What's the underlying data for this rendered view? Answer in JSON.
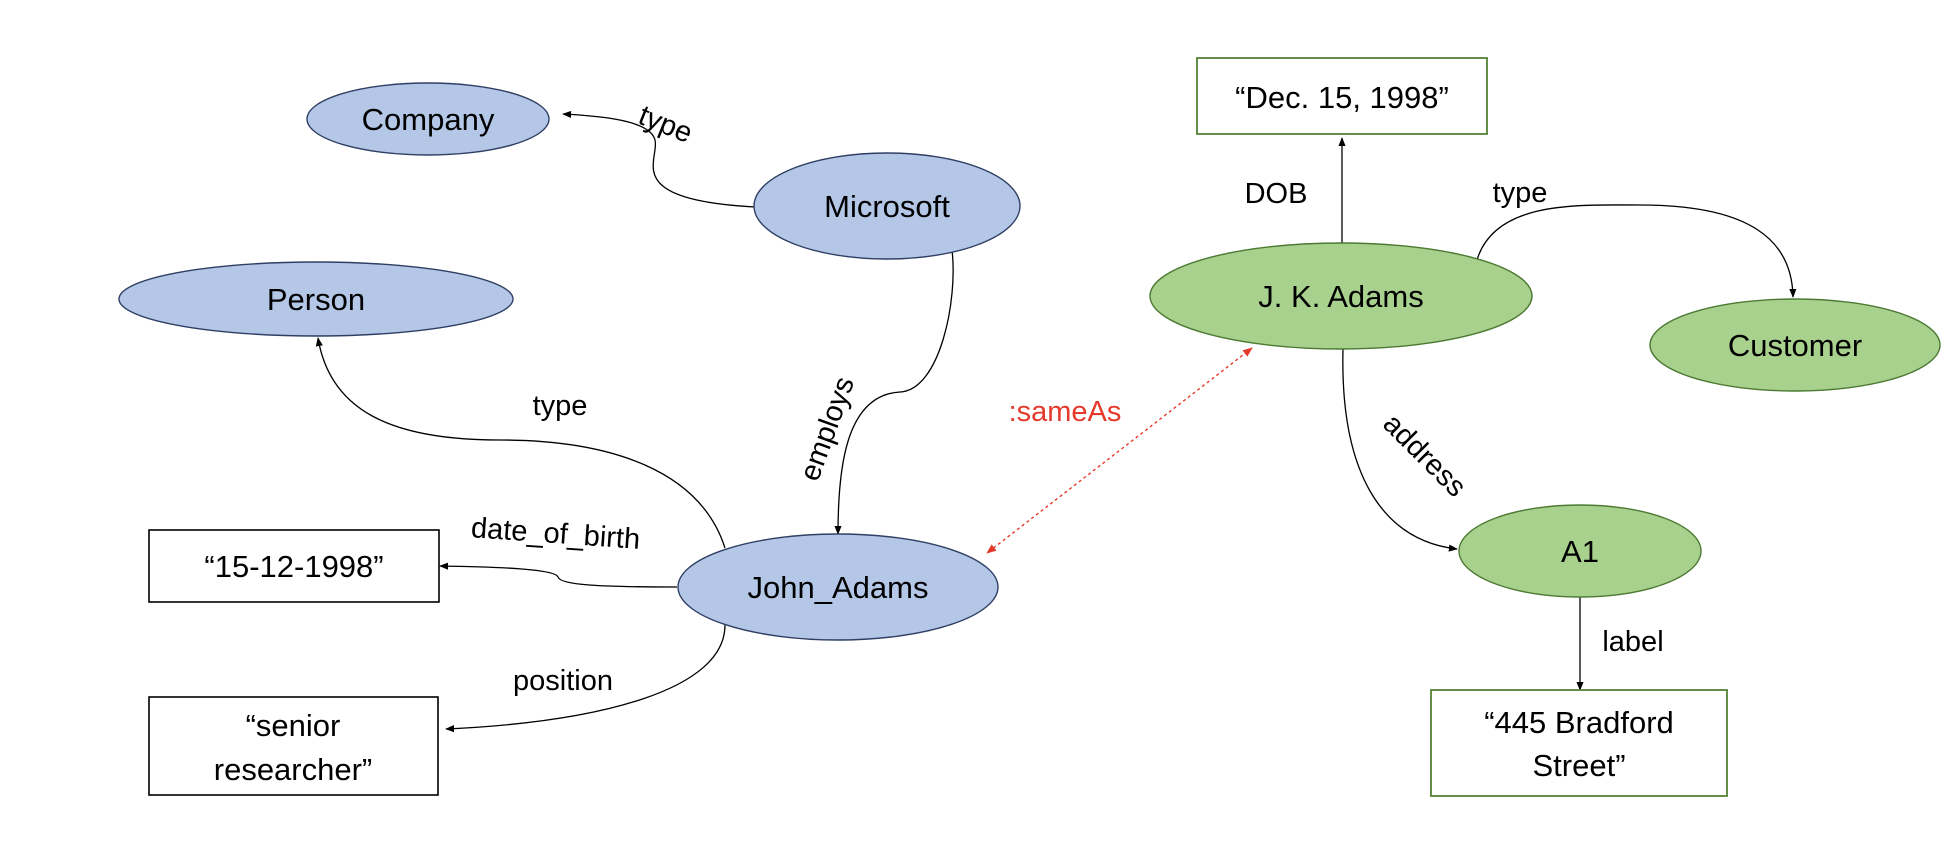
{
  "colors": {
    "entity_a_fill": "#b4c7e7",
    "entity_a_stroke": "#2f3f63",
    "entity_b_fill": "#a9d18e",
    "entity_b_stroke": "#4c7a33",
    "literal_b_stroke": "#548235",
    "same_as": "#e53a2b"
  },
  "nodes": {
    "company": "Company",
    "microsoft": "Microsoft",
    "person": "Person",
    "john_adams": "John_Adams",
    "dob_literal_a": "“15-12-1998”",
    "position_literal_line1": "“senior",
    "position_literal_line2": "researcher”",
    "dob_literal_b": "“Dec. 15, 1998”",
    "jk_adams": "J. K. Adams",
    "customer": "Customer",
    "a1": "A1",
    "address_literal_line1": "“445 Bradford",
    "address_literal_line2": "Street”"
  },
  "edges": {
    "microsoft_type": "type",
    "employs": "employs",
    "john_type": "type",
    "date_of_birth": "date_of_birth",
    "position": "position",
    "same_as": ":sameAs",
    "dob": "DOB",
    "jk_type": "type",
    "address": "address",
    "label": "label"
  }
}
